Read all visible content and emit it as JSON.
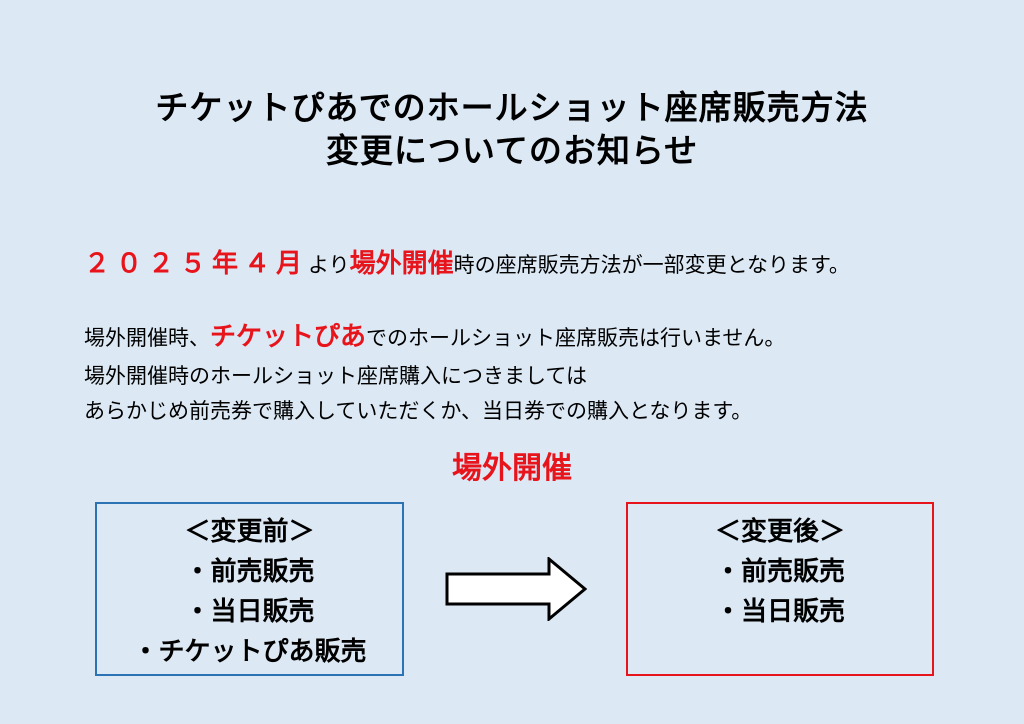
{
  "title": {
    "line1": "チケットぴあでのホールショット座席販売方法",
    "line2": "変更についてのお知らせ"
  },
  "notice": {
    "date": "２０２５年４月",
    "after_date": "より",
    "venue": "場外開催",
    "rest": "時の座席販売方法が一部変更となります。"
  },
  "body": {
    "line2_prefix": "場外開催時、",
    "line2_highlight": "チケットぴあ",
    "line2_suffix": "でのホールショット座席販売は行いません。",
    "line3": "場外開催時のホールショット座席購入につきましては",
    "line4": "あらかじめ前売券で購入していただくか、当日券での購入となります。"
  },
  "venue_heading": "場外開催",
  "before": {
    "heading": "＜変更前＞",
    "items": [
      "・前売販売",
      "・当日販売",
      "・チケットぴあ販売"
    ]
  },
  "after": {
    "heading": "＜変更後＞",
    "items": [
      "・前売販売",
      "・当日販売"
    ]
  },
  "colors": {
    "background": "#dce9f5",
    "accent_red": "#e8141c",
    "before_border": "#2b73b5",
    "after_border": "#e8141c"
  },
  "icons": {
    "arrow": "right-arrow-icon"
  }
}
